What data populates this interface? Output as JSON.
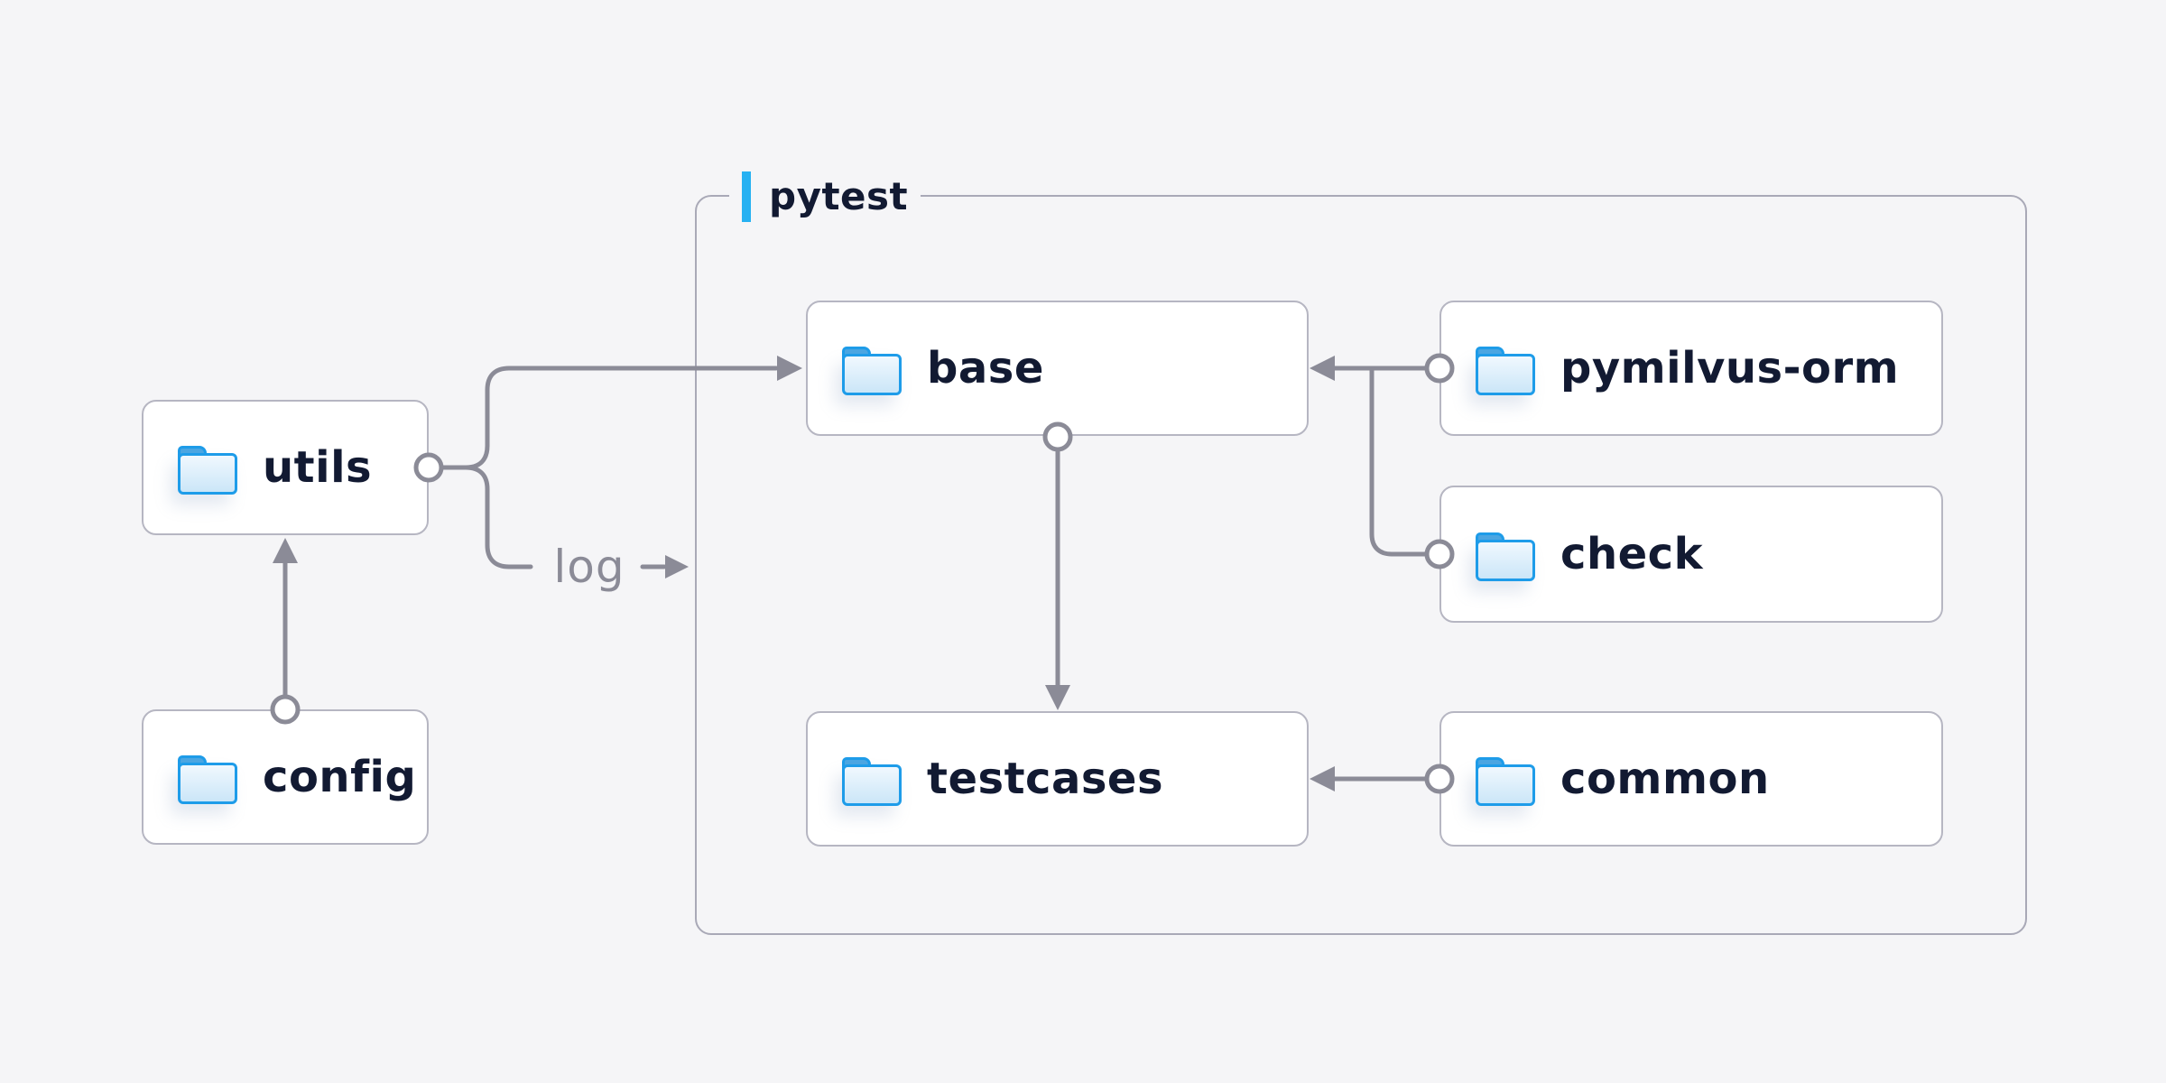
{
  "group": {
    "label": "pytest"
  },
  "nodes": [
    {
      "id": "utils",
      "label": "utils"
    },
    {
      "id": "config",
      "label": "config"
    },
    {
      "id": "base",
      "label": "base"
    },
    {
      "id": "pymilvus-orm",
      "label": "pymilvus-orm"
    },
    {
      "id": "check",
      "label": "check"
    },
    {
      "id": "testcases",
      "label": "testcases"
    },
    {
      "id": "common",
      "label": "common"
    }
  ],
  "edges": [
    {
      "from": "config",
      "to": "utils",
      "label": ""
    },
    {
      "from": "utils",
      "to": "base",
      "label": ""
    },
    {
      "from": "utils",
      "to": "pytest-group",
      "label": "log"
    },
    {
      "from": "base",
      "to": "testcases",
      "label": ""
    },
    {
      "from": "pymilvus-orm",
      "to": "base",
      "label": ""
    },
    {
      "from": "check",
      "to": "base",
      "label": ""
    },
    {
      "from": "common",
      "to": "testcases",
      "label": ""
    }
  ],
  "colors": {
    "background": "#f5f5f7",
    "node-bg": "#ffffff",
    "node-border": "#b6b6c2",
    "group-border": "#a9a9b7",
    "text": "#121a32",
    "line": "#8b8b97",
    "accent": "#27b1f2",
    "folder-stroke": "#1e9ce9",
    "folder-fill-top": "#f0f8fe",
    "folder-fill-bottom": "#cbe6f8",
    "folder-tab": "#4ba6e2"
  }
}
